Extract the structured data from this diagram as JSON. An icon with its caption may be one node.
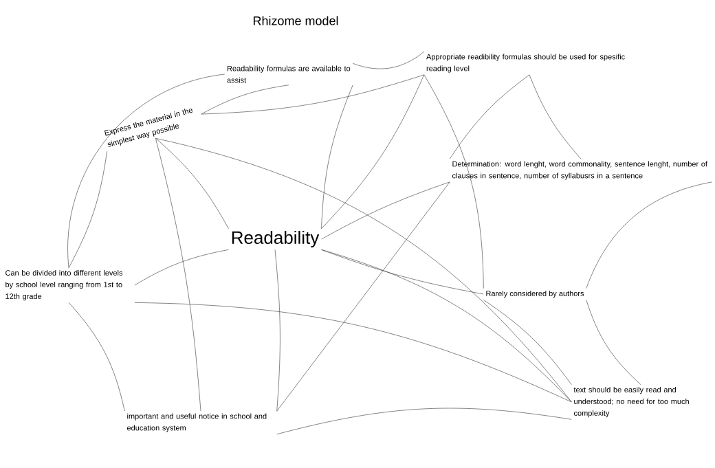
{
  "diagram": {
    "title": "Rhizome model",
    "nodes": [
      {
        "text": [
          "Readability formulas are available to assist"
        ]
      },
      {
        "text": [
          "Appropriate readibility formulas should be used for spesific reading level"
        ]
      },
      {
        "text": [
          "Express the material in the simplest way possible"
        ]
      },
      {
        "text": [
          "Determination: word lenght, word commonality, sentence lenght, number of clauses in sentence, number of syllabusrs in a sentence"
        ]
      },
      {
        "text": [
          "Readability"
        ]
      },
      {
        "text": [
          "Can be divided into different levels by school level ranging from 1st to 12th grade"
        ]
      },
      {
        "text": [
          "Rarely considered by authors"
        ]
      },
      {
        "text": [
          "text should be easily read and understood; no need for too much complexity"
        ]
      },
      {
        "text": [
          "important and useful notice in school and education system"
        ]
      }
    ],
    "edges": [
      {
        "from": 5,
        "to": 0,
        "arrow": "none"
      },
      {
        "from": 2,
        "to": 0,
        "arrow": "none"
      },
      {
        "from": 2,
        "to": 1,
        "arrow": "none"
      },
      {
        "from": 0,
        "to": 1,
        "arrow": "none"
      },
      {
        "from": 2,
        "to": 5,
        "arrow": "none"
      },
      {
        "from": 2,
        "to": 4,
        "arrow": "none"
      },
      {
        "from": 2,
        "to": 7,
        "arrow": "none"
      },
      {
        "from": 2,
        "to": 8,
        "arrow": "none"
      },
      {
        "from": 0,
        "to": 4,
        "arrow": "none"
      },
      {
        "from": 1,
        "to": 4,
        "arrow": "none"
      },
      {
        "from": 1,
        "to": 6,
        "arrow": "none"
      },
      {
        "from": 1,
        "to": 3,
        "arrow": "none"
      },
      {
        "from": 1,
        "to": 3,
        "arrow": "none"
      },
      {
        "from": 3,
        "to": 4,
        "arrow": "none"
      },
      {
        "from": 3,
        "to": 8,
        "arrow": "none"
      },
      {
        "from": 3,
        "to": 6,
        "arrow": "none"
      },
      {
        "from": 6,
        "to": 7,
        "arrow": "none"
      },
      {
        "from": 6,
        "to": 7,
        "arrow": "none"
      },
      {
        "from": 4,
        "to": 6,
        "arrow": "none"
      },
      {
        "from": 4,
        "to": 7,
        "arrow": "none"
      },
      {
        "from": 4,
        "to": 5,
        "arrow": "none"
      },
      {
        "from": 4,
        "to": 8,
        "arrow": "none"
      },
      {
        "from": 5,
        "to": 7,
        "arrow": "none"
      },
      {
        "from": 5,
        "to": 8,
        "arrow": "none"
      },
      {
        "from": 8,
        "to": 7,
        "arrow": "none"
      }
    ]
  }
}
